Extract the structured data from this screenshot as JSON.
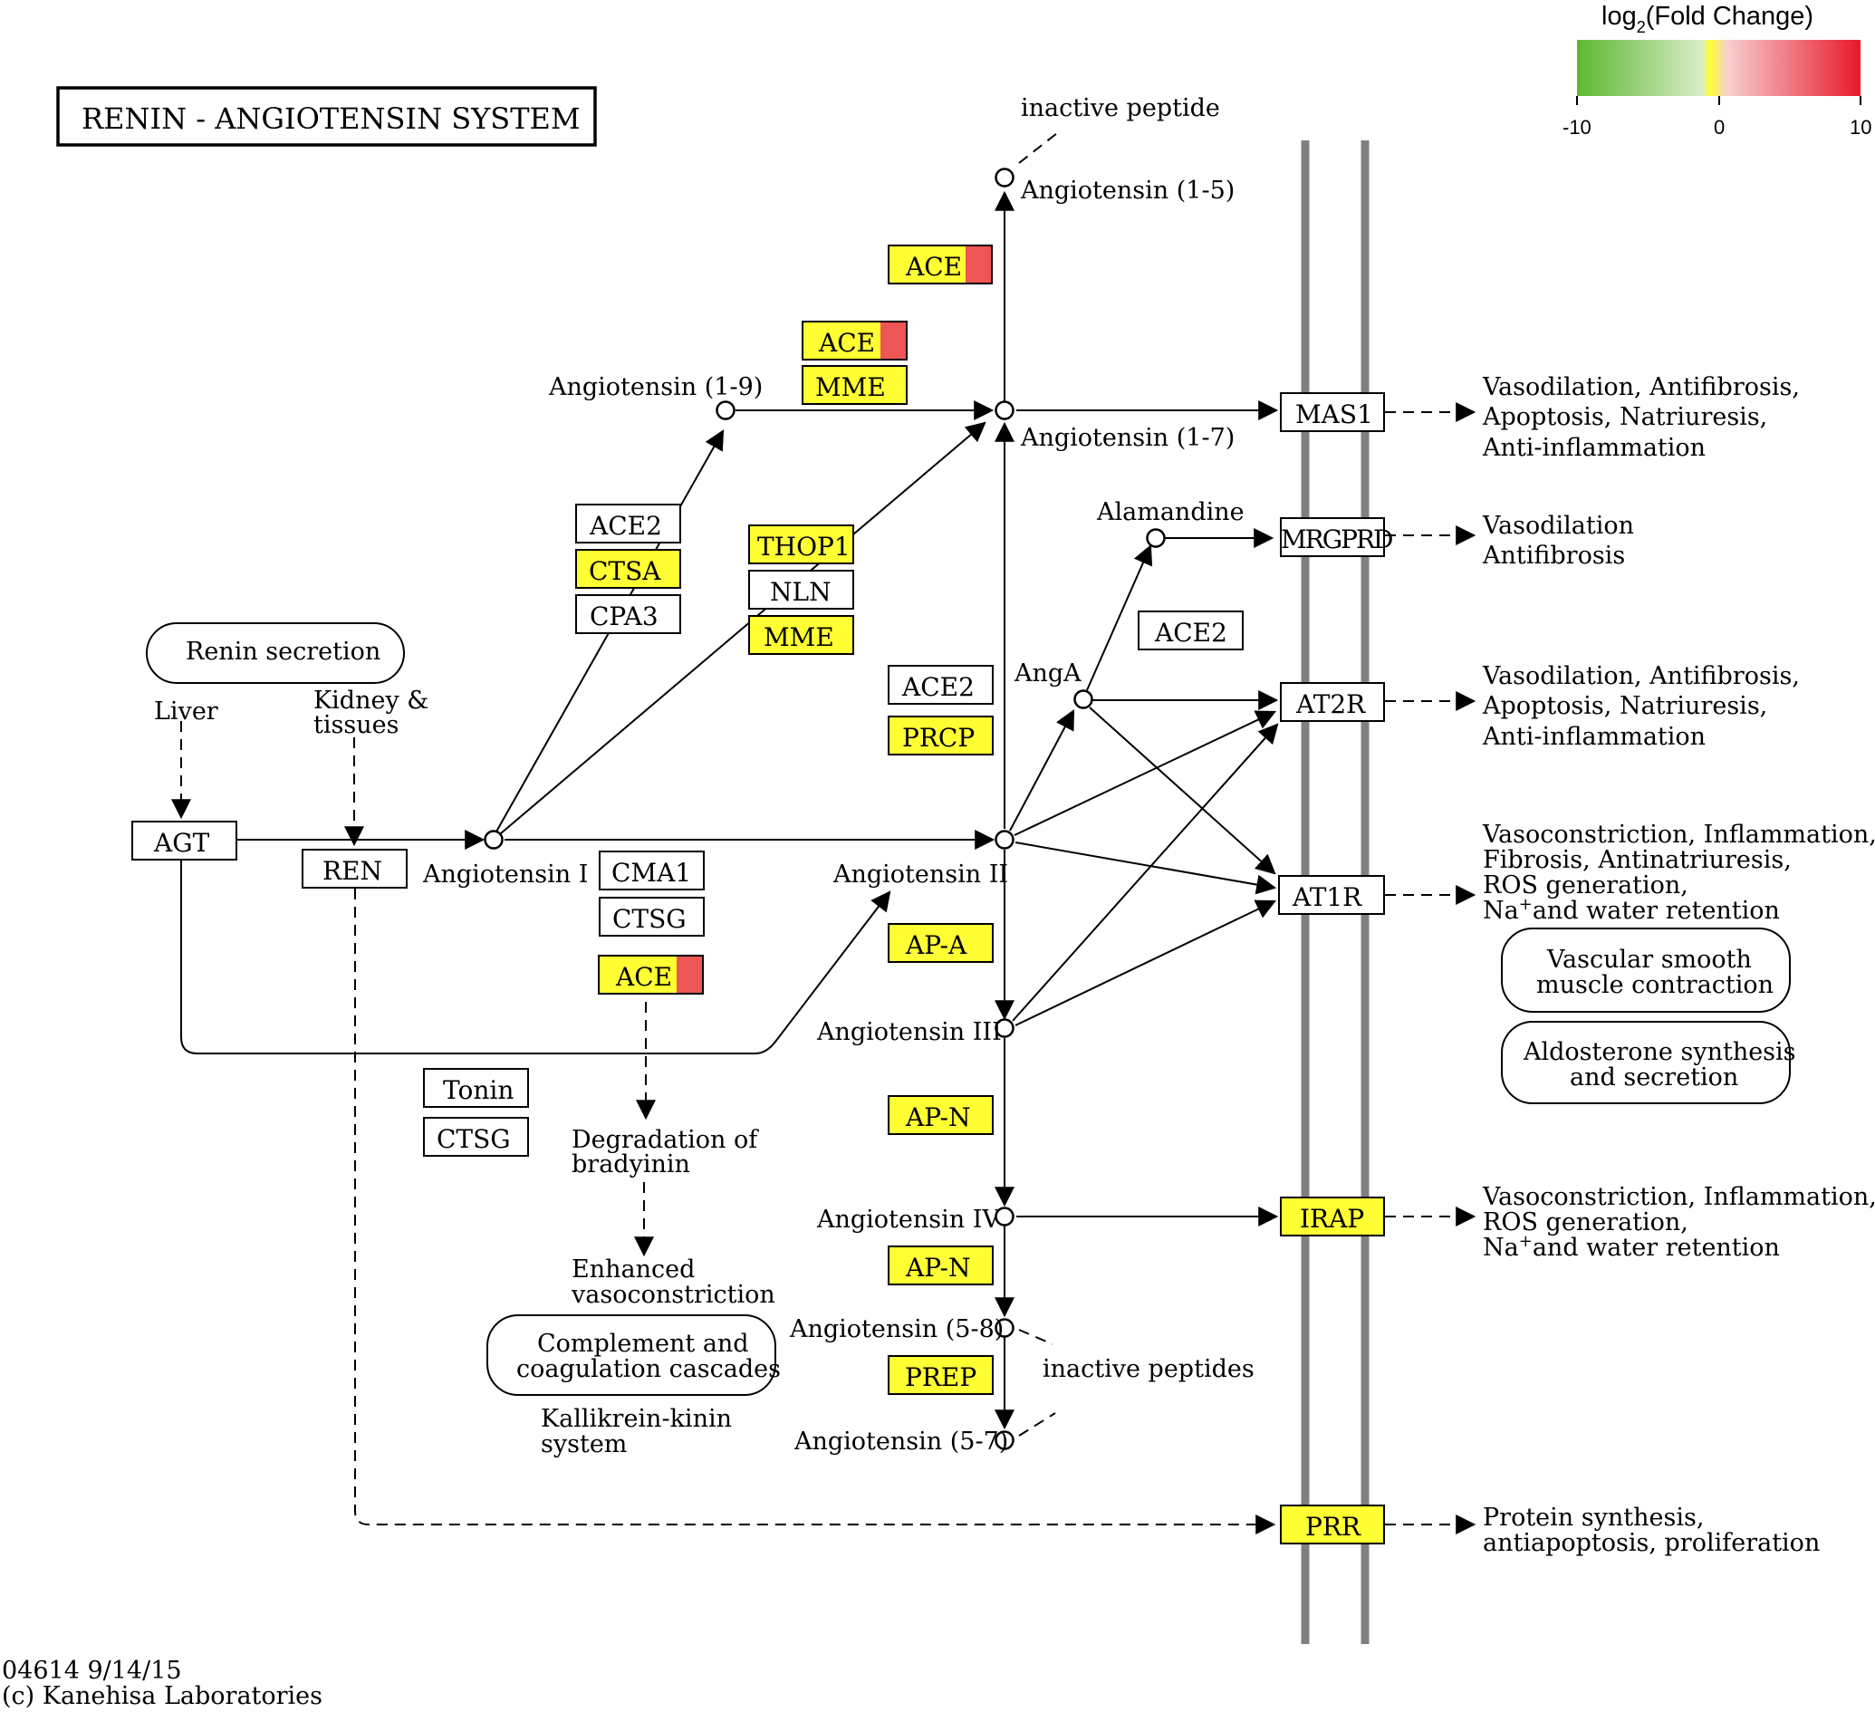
{
  "title": "RENIN - ANGIOTENSIN  SYSTEM",
  "legend": {
    "title": "log2(Fold Change)",
    "title_main": "log",
    "title_sub": "2",
    "title_rest": "(Fold Change)",
    "min_label": "-10",
    "mid_label": "0",
    "max_label": "10",
    "color_low": "#5cb82f",
    "color_mid": "#ffff33",
    "color_high": "#e8182a"
  },
  "colors": {
    "highlight": "#ffff33",
    "upregulated": "#ee5555",
    "membrane": "#808080"
  },
  "genes": {
    "ace_top": "ACE",
    "ace_mid": "ACE",
    "mme_top": "MME",
    "ace2_a": "ACE2",
    "ctsa": "CTSA",
    "cpa3": "CPA3",
    "thop1": "THOP1",
    "nln": "NLN",
    "mme_b": "MME",
    "ace2_b": "ACE2",
    "prcp": "PRCP",
    "ace2_c": "ACE2",
    "agt": "AGT",
    "ren": "REN",
    "cma1": "CMA1",
    "ctsg_a": "CTSG",
    "ace_low": "ACE",
    "apa": "AP-A",
    "tonin": "Tonin",
    "ctsg_b": "CTSG",
    "apn_a": "AP-N",
    "apn_b": "AP-N",
    "prep": "PREP",
    "mas1": "MAS1",
    "mrgprd": "MRGPRD",
    "at2r": "AT2R",
    "at1r": "AT1R",
    "irap": "IRAP",
    "prr": "PRR"
  },
  "compounds": {
    "inactive_peptide": "inactive peptide",
    "ang15": "Angiotensin (1-5)",
    "ang19": "Angiotensin (1-9)",
    "ang17": "Angiotensin (1-7)",
    "alamandine": "Alamandine",
    "anga": "AngA",
    "ang1": "Angiotensin I",
    "ang2": "Angiotensin II",
    "ang3": "Angiotensin III",
    "ang4": "Angiotensin IV",
    "ang58": "Angiotensin (5-8)",
    "ang57": "Angiotensin (5-7)",
    "inactive_peptides": "inactive peptides"
  },
  "labels": {
    "renin_secretion": "Renin secretion",
    "liver": "Liver",
    "kidney_1": "Kidney &",
    "kidney_2": "tissues",
    "degradation_1": "Degradation of",
    "degradation_2": "bradyinin",
    "enhanced_1": "Enhanced",
    "enhanced_2": "vasoconstriction",
    "complement_1": "Complement and",
    "complement_2": "coagulation cascades",
    "kallikrein_1": "Kallikrein-kinin",
    "kallikrein_2": "system"
  },
  "effects": {
    "mas1_1": "Vasodilation, Antifibrosis,",
    "mas1_2": "Apoptosis, Natriuresis,",
    "mas1_3": "Anti-inflammation",
    "mrgprd_1": "Vasodilation",
    "mrgprd_2": "Antifibrosis",
    "at2r_1": "Vasodilation, Antifibrosis,",
    "at2r_2": "Apoptosis, Natriuresis,",
    "at2r_3": "Anti-inflammation",
    "at1r_1": "Vasoconstriction, Inflammation,",
    "at1r_2": "Fibrosis, Antinatriuresis,",
    "at1r_3": "ROS generation,",
    "at1r_4_pre": "Na",
    "at1r_4_sup": "+",
    "at1r_4_post": "and water retention",
    "vsmc_1": "Vascular smooth",
    "vsmc_2": "muscle contraction",
    "aldo_1": "Aldosterone synthesis",
    "aldo_2": "and secretion",
    "irap_1": "Vasoconstriction, Inflammation,",
    "irap_2": "ROS generation,",
    "irap_3_pre": "Na",
    "irap_3_sup": "+",
    "irap_3_post": "and water retention",
    "prr_1": "Protein synthesis,",
    "prr_2": "antiapoptosis, proliferation"
  },
  "footer": {
    "line1": "04614 9/14/15",
    "line2": "(c) Kanehisa Laboratories"
  }
}
